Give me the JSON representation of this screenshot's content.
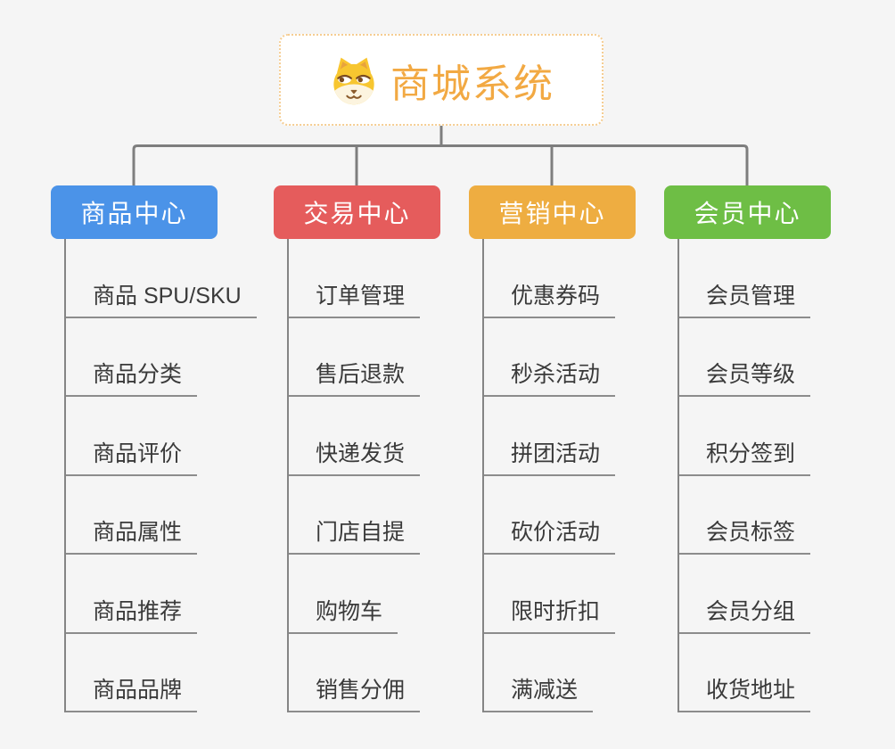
{
  "root": {
    "title": "商城系统",
    "icon": "dog-face-icon"
  },
  "branches": [
    {
      "label": "商品中心",
      "color": "#4B93E8",
      "children": [
        "商品 SPU/SKU",
        "商品分类",
        "商品评价",
        "商品属性",
        "商品推荐",
        "商品品牌"
      ]
    },
    {
      "label": "交易中心",
      "color": "#E55C5C",
      "children": [
        "订单管理",
        "售后退款",
        "快递发货",
        "门店自提",
        "购物车",
        "销售分佣"
      ]
    },
    {
      "label": "营销中心",
      "color": "#EEAD41",
      "children": [
        "优惠券码",
        "秒杀活动",
        "拼团活动",
        "砍价活动",
        "限时折扣",
        "满减送"
      ]
    },
    {
      "label": "会员中心",
      "color": "#6EBE45",
      "children": [
        "会员管理",
        "会员等级",
        "积分签到",
        "会员标签",
        "会员分组",
        "收货地址"
      ]
    }
  ],
  "style": {
    "background": "#F5F5F5",
    "root_title_color": "#F2A943",
    "root_border_color": "#F5CD92",
    "connector_color": "#7E7E7E",
    "underline_color": "#8C8C8C",
    "item_text_color": "#3A3A3A"
  }
}
